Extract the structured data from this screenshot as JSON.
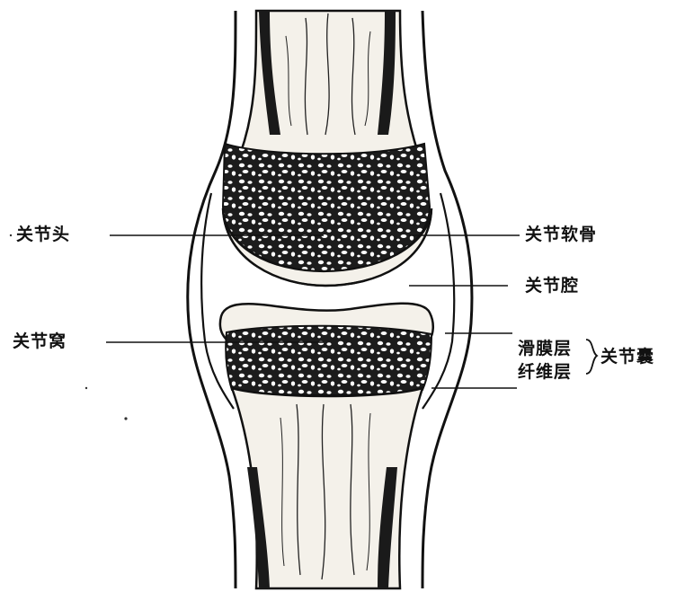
{
  "labels": {
    "joint_head": "关节头",
    "articular_cartilage": "关节软骨",
    "joint_cavity": "关节腔",
    "joint_socket": "关节窝",
    "synovial_layer": "滑膜层",
    "fibrous_layer": "纤维层",
    "joint_capsule": "关节囊"
  },
  "colors": {
    "ink": "#111111",
    "bone_fill": "#f4f1ea",
    "spongy_fill": "#2a2a2a",
    "paper": "#ffffff"
  }
}
